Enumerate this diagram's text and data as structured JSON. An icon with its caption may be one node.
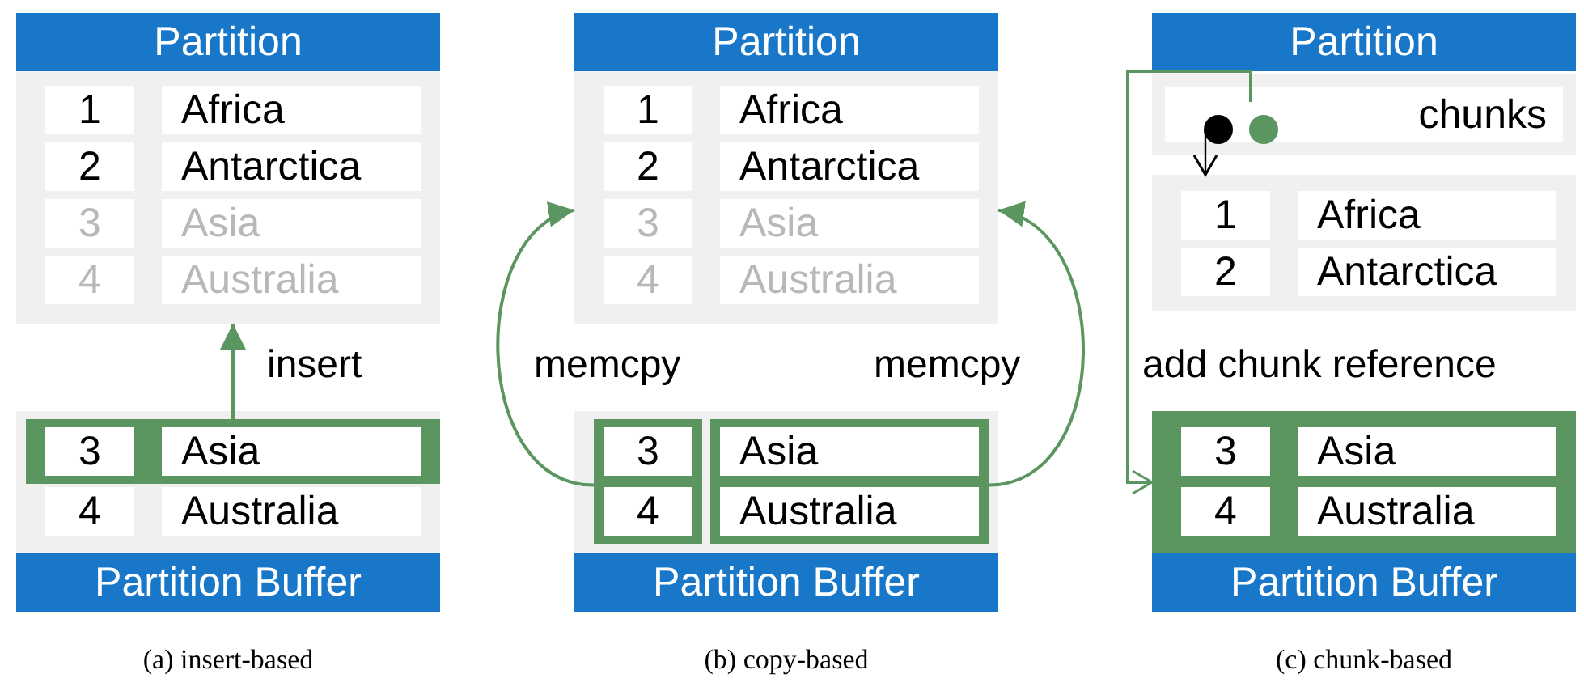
{
  "diagram": {
    "nodes": [
      {
        "text": [
          "Partition"
        ]
      },
      {
        "text": [
          "1"
        ],
        "in": 0
      },
      {
        "text": [
          "Africa"
        ],
        "in": 0
      },
      {
        "text": [
          "2"
        ],
        "in": 0
      },
      {
        "text": [
          "Antarctica"
        ],
        "in": 0
      },
      {
        "text": [
          "3"
        ],
        "in": 0
      },
      {
        "text": [
          "Asia"
        ],
        "in": 0
      },
      {
        "text": [
          "4"
        ],
        "in": 0
      },
      {
        "text": [
          "Australia"
        ],
        "in": 0
      },
      {
        "text": [
          "Partition Buffer"
        ]
      },
      {
        "text": [],
        "shape": "box",
        "in": 9
      },
      {
        "text": [
          "3"
        ],
        "in": 10
      },
      {
        "text": [
          "Asia"
        ],
        "in": 10
      },
      {
        "text": [
          "4"
        ],
        "in": 9
      },
      {
        "text": [
          "Australia"
        ],
        "in": 9
      },
      {
        "text": [
          "Partition"
        ]
      },
      {
        "text": [
          "1"
        ],
        "in": 15
      },
      {
        "text": [
          "Africa"
        ],
        "in": 15
      },
      {
        "text": [
          "2"
        ],
        "in": 15
      },
      {
        "text": [
          "Antarctica"
        ],
        "in": 15
      },
      {
        "text": [
          "3"
        ],
        "in": 15
      },
      {
        "text": [
          "Asia"
        ],
        "in": 15
      },
      {
        "text": [
          "4"
        ],
        "in": 15
      },
      {
        "text": [
          "Australia"
        ],
        "in": 15
      },
      {
        "text": [
          "Partition Buffer"
        ]
      },
      {
        "text": [],
        "shape": "box",
        "in": 24
      },
      {
        "text": [
          "3"
        ],
        "in": 25
      },
      {
        "text": [
          "4"
        ],
        "in": 25
      },
      {
        "text": [],
        "shape": "box",
        "in": 24
      },
      {
        "text": [
          "Asia"
        ],
        "in": 28
      },
      {
        "text": [
          "Australia"
        ],
        "in": 28
      },
      {
        "text": [
          "Partition"
        ]
      },
      {
        "text": [
          "chunks"
        ],
        "in": 31
      },
      {
        "text": [],
        "shape": "circle",
        "in": 32
      },
      {
        "text": [],
        "shape": "circle",
        "in": 32
      },
      {
        "text": [],
        "shape": "box",
        "in": 31
      },
      {
        "text": [
          "1"
        ],
        "in": 35
      },
      {
        "text": [
          "Africa"
        ],
        "in": 35
      },
      {
        "text": [
          "2"
        ],
        "in": 35
      },
      {
        "text": [
          "Antarctica"
        ],
        "in": 35
      },
      {
        "text": [
          "Partition Buffer"
        ]
      },
      {
        "text": [],
        "shape": "box",
        "in": 40
      },
      {
        "text": [
          "3"
        ],
        "in": 41
      },
      {
        "text": [
          "Asia"
        ],
        "in": 41
      },
      {
        "text": [
          "4"
        ],
        "in": 41
      },
      {
        "text": [
          "Australia"
        ],
        "in": 41
      }
    ],
    "edges": [
      {
        "from": 10,
        "to": 0,
        "arrow": "to",
        "label": "insert"
      },
      {
        "from": 25,
        "to": 15,
        "arrow": "to",
        "label": "memcpy"
      },
      {
        "from": 28,
        "to": 15,
        "arrow": "to",
        "label": "memcpy"
      },
      {
        "from": 33,
        "to": 35,
        "arrow": "to",
        "color": "#000000"
      },
      {
        "from": 34,
        "to": 41,
        "arrow": "to"
      }
    ],
    "labels": [
      "add chunk reference",
      "(a) insert-based",
      "(b) copy-based",
      "(c) chunk-based"
    ]
  }
}
